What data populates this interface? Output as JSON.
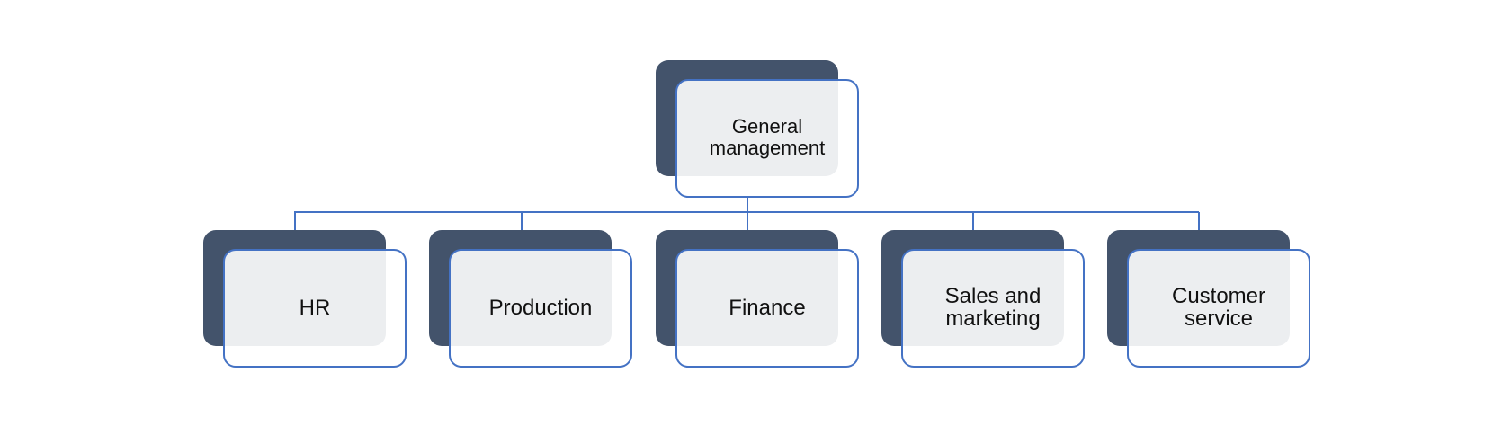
{
  "diagram": {
    "root": {
      "label": "General management"
    },
    "children": [
      {
        "label": "HR"
      },
      {
        "label": "Production"
      },
      {
        "label": "Finance"
      },
      {
        "label": "Sales and marketing"
      },
      {
        "label": "Customer service"
      }
    ],
    "colors": {
      "shadow": "#43536b",
      "border": "#4472c4",
      "connector": "#4472c4",
      "text": "#111111"
    }
  }
}
